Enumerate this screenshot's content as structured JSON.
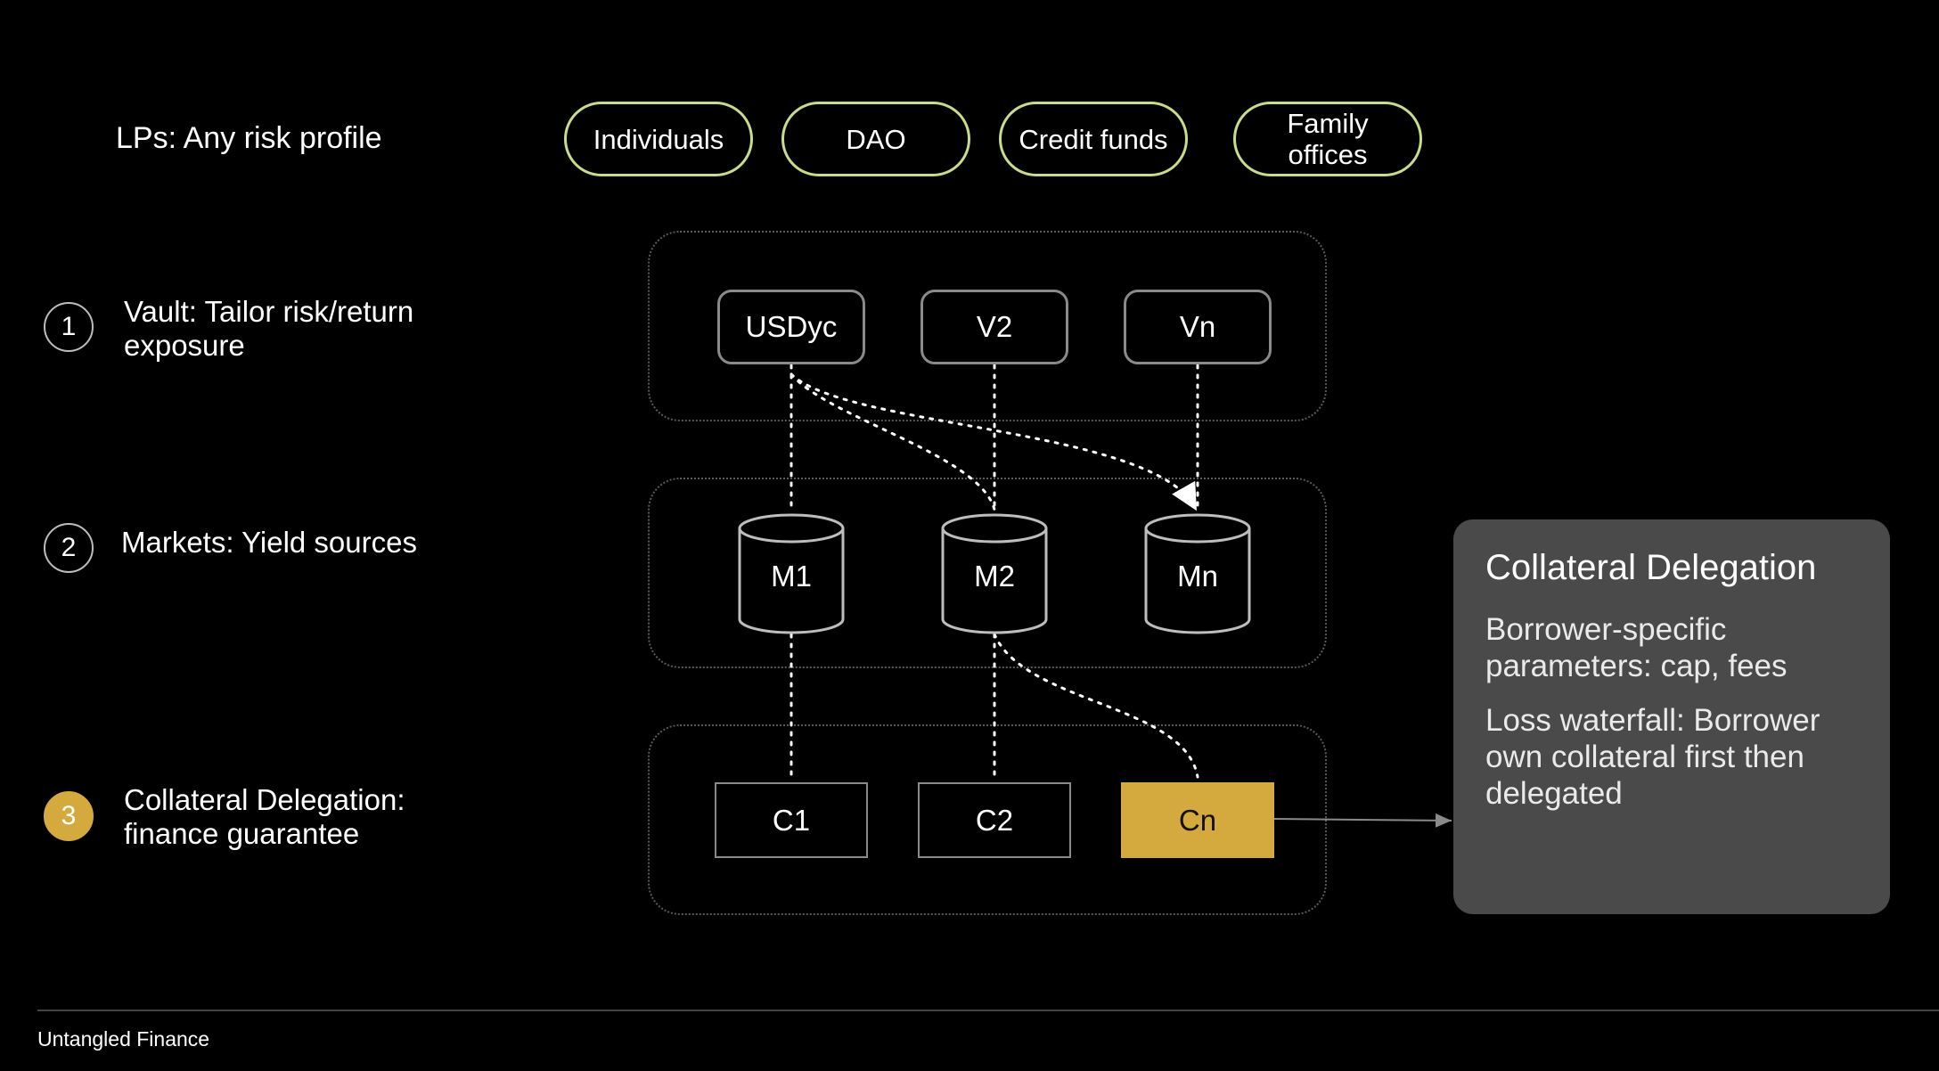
{
  "lps": {
    "title": "LPs: Any risk profile",
    "pills": [
      "Individuals",
      "DAO",
      "Credit funds",
      "Family offices"
    ]
  },
  "steps": [
    {
      "number": "1",
      "label": "Vault: Tailor risk/return exposure"
    },
    {
      "number": "2",
      "label": "Markets: Yield sources"
    },
    {
      "number": "3",
      "label": "Collateral Delegation: finance guarantee"
    }
  ],
  "vaults": [
    "USDyc",
    "V2",
    "Vn"
  ],
  "markets": [
    "M1",
    "M2",
    "Mn"
  ],
  "collaterals": [
    "C1",
    "C2",
    "Cn"
  ],
  "info_box": {
    "title": "Collateral Delegation",
    "paragraph1": "Borrower-specific parameters: cap, fees",
    "paragraph2": "Loss waterfall: Borrower own collateral first then delegated"
  },
  "colors": {
    "pill_border": "#c8dd8a",
    "accent": "#d4a93e",
    "info_bg": "#4a4a4a"
  },
  "footer": {
    "brand": "Untangled Finance"
  }
}
